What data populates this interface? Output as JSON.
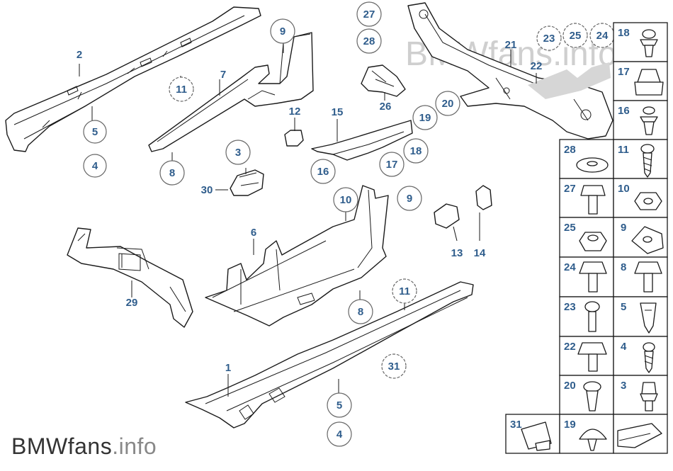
{
  "watermark": "BMWfans.info",
  "brand": {
    "name": "BMWfans",
    "tld": ".info"
  },
  "callouts": {
    "c1": "1",
    "c2": "2",
    "c3": "3",
    "c4a": "4",
    "c4b": "4",
    "c5a": "5",
    "c5b": "5",
    "c6": "6",
    "c7": "7",
    "c8a": "8",
    "c8b": "8",
    "c9a": "9",
    "c9b": "9",
    "c10": "10",
    "c11a": "11",
    "c11b": "11",
    "c12": "12",
    "c13": "13",
    "c14": "14",
    "c15": "15",
    "c16": "16",
    "c17": "17",
    "c18": "18",
    "c19": "19",
    "c20": "20",
    "c21": "21",
    "c22": "22",
    "c23": "23",
    "c24": "24",
    "c25": "25",
    "c26": "26",
    "c27": "27",
    "c28": "28",
    "c29": "29",
    "c30": "30",
    "c31": "31"
  },
  "hardware_grid": [
    [
      "18",
      ""
    ],
    [
      "17",
      ""
    ],
    [
      "16",
      ""
    ],
    [
      "28",
      "11"
    ],
    [
      "27",
      "10"
    ],
    [
      "25",
      "9"
    ],
    [
      "24",
      "8"
    ],
    [
      "23",
      "5"
    ],
    [
      "22",
      "4"
    ],
    [
      "20",
      "3"
    ],
    [
      "31",
      "19",
      ""
    ]
  ]
}
